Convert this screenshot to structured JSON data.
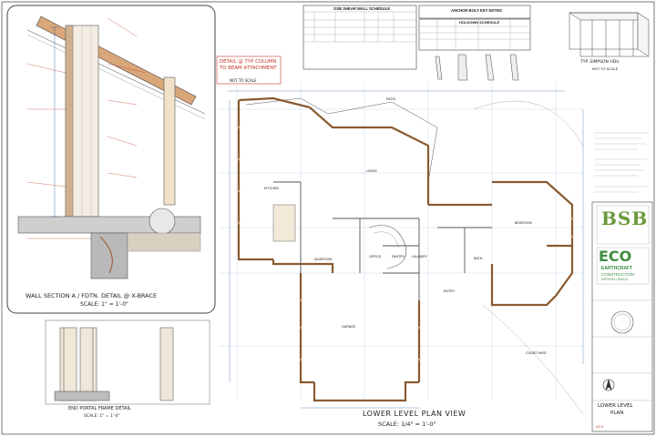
{
  "left_section": {
    "title": "WALL SECTION A / FDTN. DETAIL @ X-BRACE",
    "scale": "SCALE: 1\" = 1'-0\"",
    "callout": "DETAIL @ TYP COLUMN TO BEAM ATTACHMENT",
    "callout_scale": "NOT TO SCALE"
  },
  "portal_detail": {
    "title": "END PORTAL FRAME DETAIL",
    "scale": "SCALE: 1\" = 1'-0\""
  },
  "schedules": {
    "shear_wall": "OSB SHEAR WALL SCHEDULE",
    "anchor_bolt": "ANCHOR BOLT KEY NOTES",
    "holdown": "HOLDOWN SCHEDULE"
  },
  "detail_labels": {
    "typ_simpson": "TYP. SIMPSON HDU",
    "nts": "NOT TO SCALE"
  },
  "plan": {
    "title": "LOWER LEVEL PLAN VIEW",
    "scale": "SCALE: 1/4\" = 1'-0\"",
    "rooms": {
      "patio": "PATIO",
      "living": "LIVING",
      "kitchen": "KITCHEN",
      "office": "OFFICE",
      "bedroom": "BEDROOM",
      "garage": "GARAGE",
      "courtyard": "COURTYARD",
      "entry": "ENTRY",
      "mudroom": "MUDROOM",
      "pantry": "PANTRY",
      "bath": "BATH",
      "laundry": "LAUNDRY"
    }
  },
  "title_block": {
    "bsb": "BSB",
    "eco": "ECO",
    "eco_sub1": "EARTHCRAFT",
    "eco_sub2": "CONSTRUCTION",
    "eco_sub3": "DESIGN • BUILD",
    "sheet_name_1": "LOWER LEVEL",
    "sheet_name_2": "PLAN",
    "sheet_num": "A2.0"
  },
  "colors": {
    "line": "#333333",
    "red_note": "#c0392b",
    "blue_dim": "#2c5aa0",
    "wall_fill": "#c79a6e",
    "eco_green": "#3e8e3e",
    "bsb_green": "#6a9a3a"
  }
}
